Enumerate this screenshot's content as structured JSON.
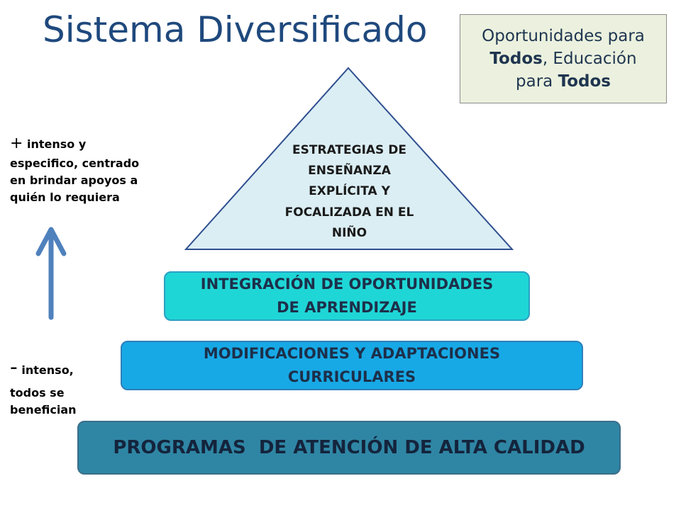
{
  "title": "Sistema Diversificado",
  "motto": {
    "line1": "Oportunidades para",
    "line2_bold": "Todos",
    "line2_rest": ", Educación",
    "line3_pre": "para ",
    "line3_bold": "Todos"
  },
  "top_note": {
    "symbol": "+",
    "text_line1": " intenso y",
    "text_line2": "especifico, centrado",
    "text_line3": "en brindar apoyos a",
    "text_line4": "quién lo requiera"
  },
  "bottom_note": {
    "symbol": "-",
    "text_line1": " intenso,",
    "text_line2": "todos se",
    "text_line3": "benefician"
  },
  "pyramid": {
    "apex": [
      "ESTRATEGIAS DE",
      "ENSEÑANZA",
      "EXPLÍCITA Y",
      "FOCALIZADA EN EL",
      "NIÑO"
    ],
    "level1": [
      "INTEGRACIÓN DE OPORTUNIDADES",
      "DE APRENDIZAJE"
    ],
    "level2": [
      "MODIFICACIONES Y ADAPTACIONES",
      "CURRICULARES"
    ],
    "level3": "PROGRAMAS  DE ATENCIÓN DE ALTA CALIDAD"
  },
  "colors": {
    "title": "#1f497d",
    "motto_bg": "#ebf1de",
    "triangle_fill": "#dbeef4",
    "triangle_stroke": "#2f4f8f",
    "level1": "#1fd6d6",
    "level2": "#17a9e6",
    "level3": "#2f86a4",
    "arrow": "#4f81bd"
  },
  "icons": {
    "arrow": "arrow-up-icon"
  }
}
